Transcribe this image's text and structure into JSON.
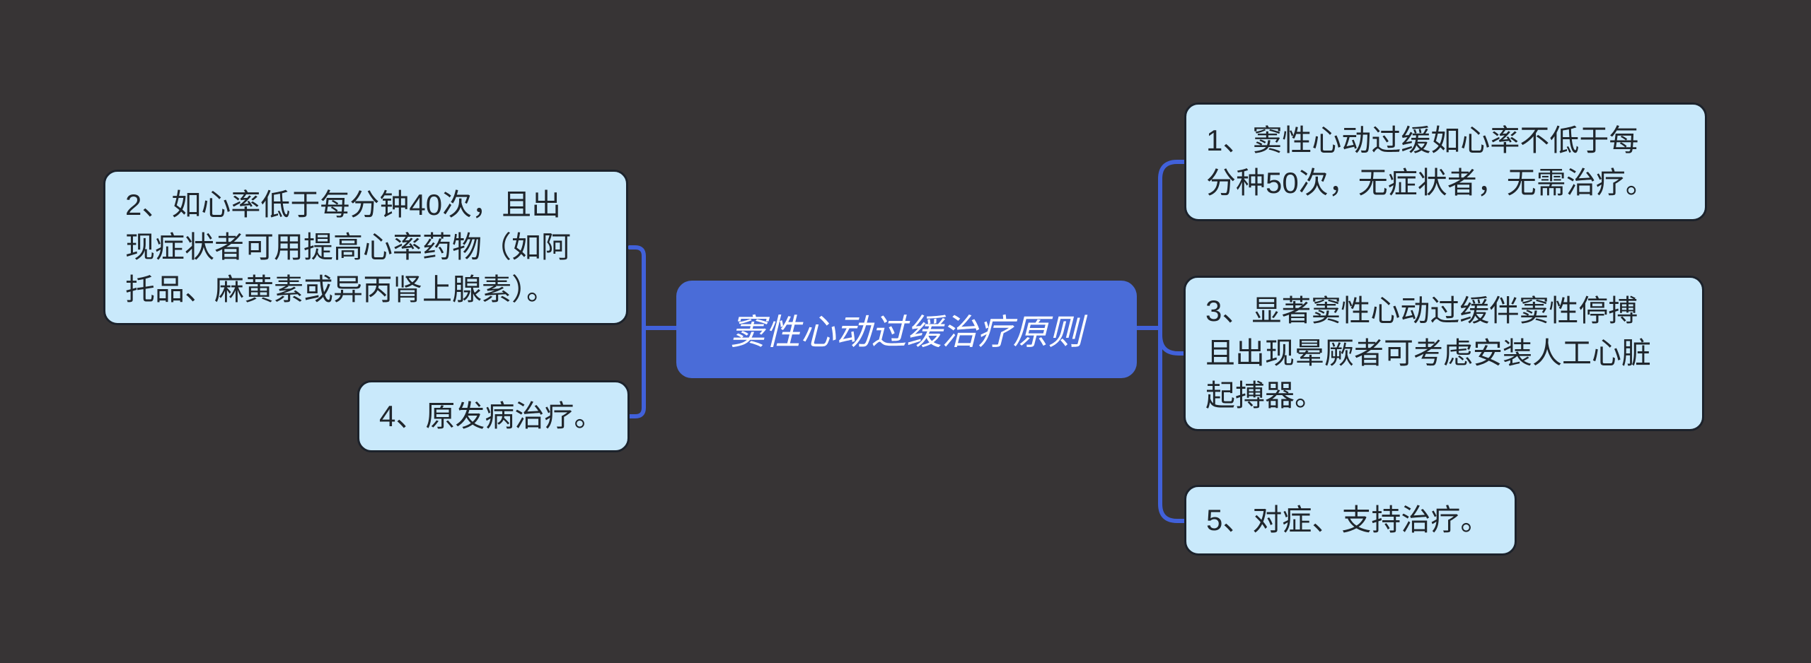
{
  "canvas": {
    "background_color": "#373435"
  },
  "colors": {
    "root_fill": "#4a6cd8",
    "root_text": "#ffffff",
    "branch_fill": "#c9e9fb",
    "branch_border": "#1c222b",
    "branch_text": "#20262c",
    "connector": "#4161da"
  },
  "mindmap": {
    "root": {
      "text": "窦性心动过缓治疗原则"
    },
    "branches": {
      "b1": {
        "text": "1、窦性心动过缓如心率不低于每\n分种50次，无症状者，无需治疗。"
      },
      "b2": {
        "text": "2、如心率低于每分钟40次，且出\n现症状者可用提高心率药物（如阿\n托品、麻黄素或异丙肾上腺素）。"
      },
      "b3": {
        "text": "3、显著窦性心动过缓伴窦性停搏\n且出现晕厥者可考虑安装人工心脏\n起搏器。"
      },
      "b4": {
        "text": "4、原发病治疗。"
      },
      "b5": {
        "text": "5、对症、支持治疗。"
      }
    }
  }
}
